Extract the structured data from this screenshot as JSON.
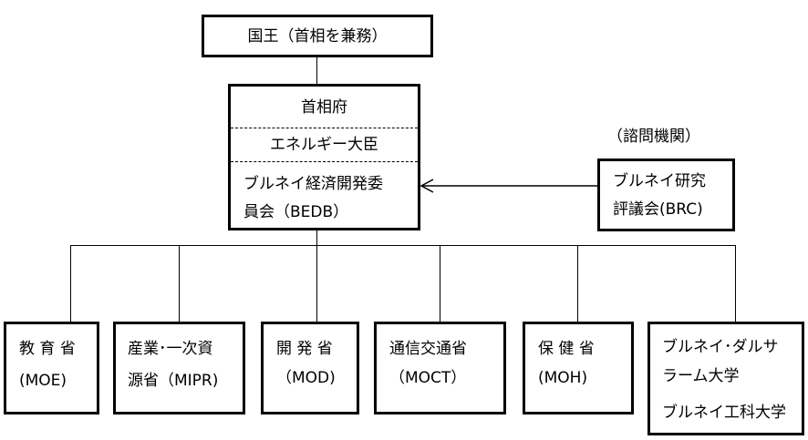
{
  "king": {
    "label": "国王（首相を兼務）"
  },
  "pmo": {
    "title": "首相府",
    "energy": "エネルギー大臣",
    "bedb_line1": "ブルネイ経済開発委",
    "bedb_line2": "員会（BEDB）"
  },
  "advisory": {
    "heading": "（諮問機関）",
    "line1": "ブルネイ研究",
    "line2": "評議会(BRC)"
  },
  "ministries": [
    {
      "line1": "教 育 省",
      "line2": "(MOE)"
    },
    {
      "line1": "産業･一次資",
      "line2": "源省（MIPR)"
    },
    {
      "line1": "開 発 省",
      "line2": "（MOD)"
    },
    {
      "line1": "通信交通省",
      "line2": "（MOCT）"
    },
    {
      "line1": "保 健 省",
      "line2": "(MOH)"
    },
    {
      "line1": "ブルネイ･ダルサ",
      "line2": "ラーム大学",
      "line3": "ブルネイ工科大学"
    }
  ]
}
